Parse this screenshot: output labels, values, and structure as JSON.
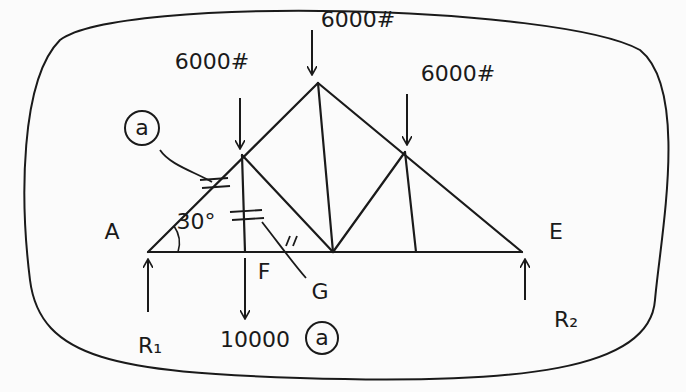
{
  "diagram": {
    "labels": [
      "a",
      "6000#",
      "6000#",
      "6000#",
      "A",
      "30°",
      "F",
      "G",
      "E",
      "R₁",
      "10000",
      "a",
      "R₂"
    ]
  }
}
